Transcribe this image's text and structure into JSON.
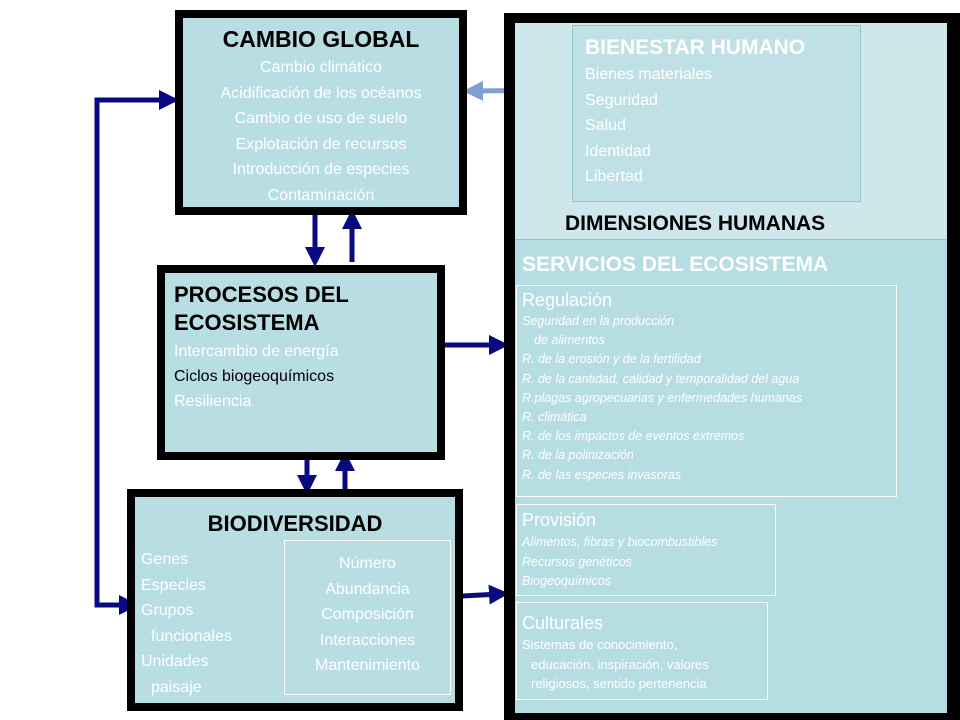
{
  "cambio_global": {
    "title": "CAMBIO GLOBAL",
    "items": [
      "Cambio climático",
      "Acidificación de los océanos",
      "Cambio de uso de suelo",
      "Explotación de recursos",
      "Introducción de especies",
      "Contaminación"
    ]
  },
  "procesos": {
    "title_line1": "PROCESOS DEL",
    "title_line2": "ECOSISTEMA",
    "items": [
      "Intercambio de energía",
      "Ciclos biogeoquímicos",
      "Resiliencia"
    ]
  },
  "biodiversidad": {
    "title": "BIODIVERSIDAD",
    "left_items": [
      "Genes",
      "Especies",
      "Grupos",
      "funcionales",
      "Unidades",
      "paisaje"
    ],
    "inner_items": [
      "Número",
      "Abundancia",
      "Composición",
      "Interacciones",
      "Mantenimiento"
    ]
  },
  "bienestar": {
    "title": "BIENESTAR HUMANO",
    "items": [
      "Bienes materiales",
      "Seguridad",
      "Salud",
      "Identidad",
      "Libertad"
    ]
  },
  "dimensiones_label": "DIMENSIONES HUMANAS",
  "servicios": {
    "title": "SERVICIOS DEL ECOSISTEMA",
    "regulacion": {
      "title": "Regulación",
      "items": [
        "Seguridad en la producción",
        "de alimentos",
        "R. de la erosión y de la fertilidad",
        "R. de la cantidad, calidad y  temporalidad del agua",
        "R.plagas agropecuarias y enfermedades humanas",
        "R. climática",
        "R. de los impactos de eventos extremos",
        "R. de la polinización",
        "R. de las especies invasoras"
      ]
    },
    "provision": {
      "title": "Provisión",
      "items": [
        "Alimentos, fibras y biocombustibles",
        "Recursos genéticos",
        "Biogeoquímicos"
      ]
    },
    "culturales": {
      "title": "Culturales",
      "items": [
        "Sistemas de conocimiento,",
        "educación, inspiración, valores",
        "religiosos, sentido pertenencia"
      ]
    }
  },
  "colors": {
    "box_fill": "#b8dde2",
    "arrow": "#0a0a80",
    "text_blue": "#0a1a8c",
    "border": "#000000"
  }
}
